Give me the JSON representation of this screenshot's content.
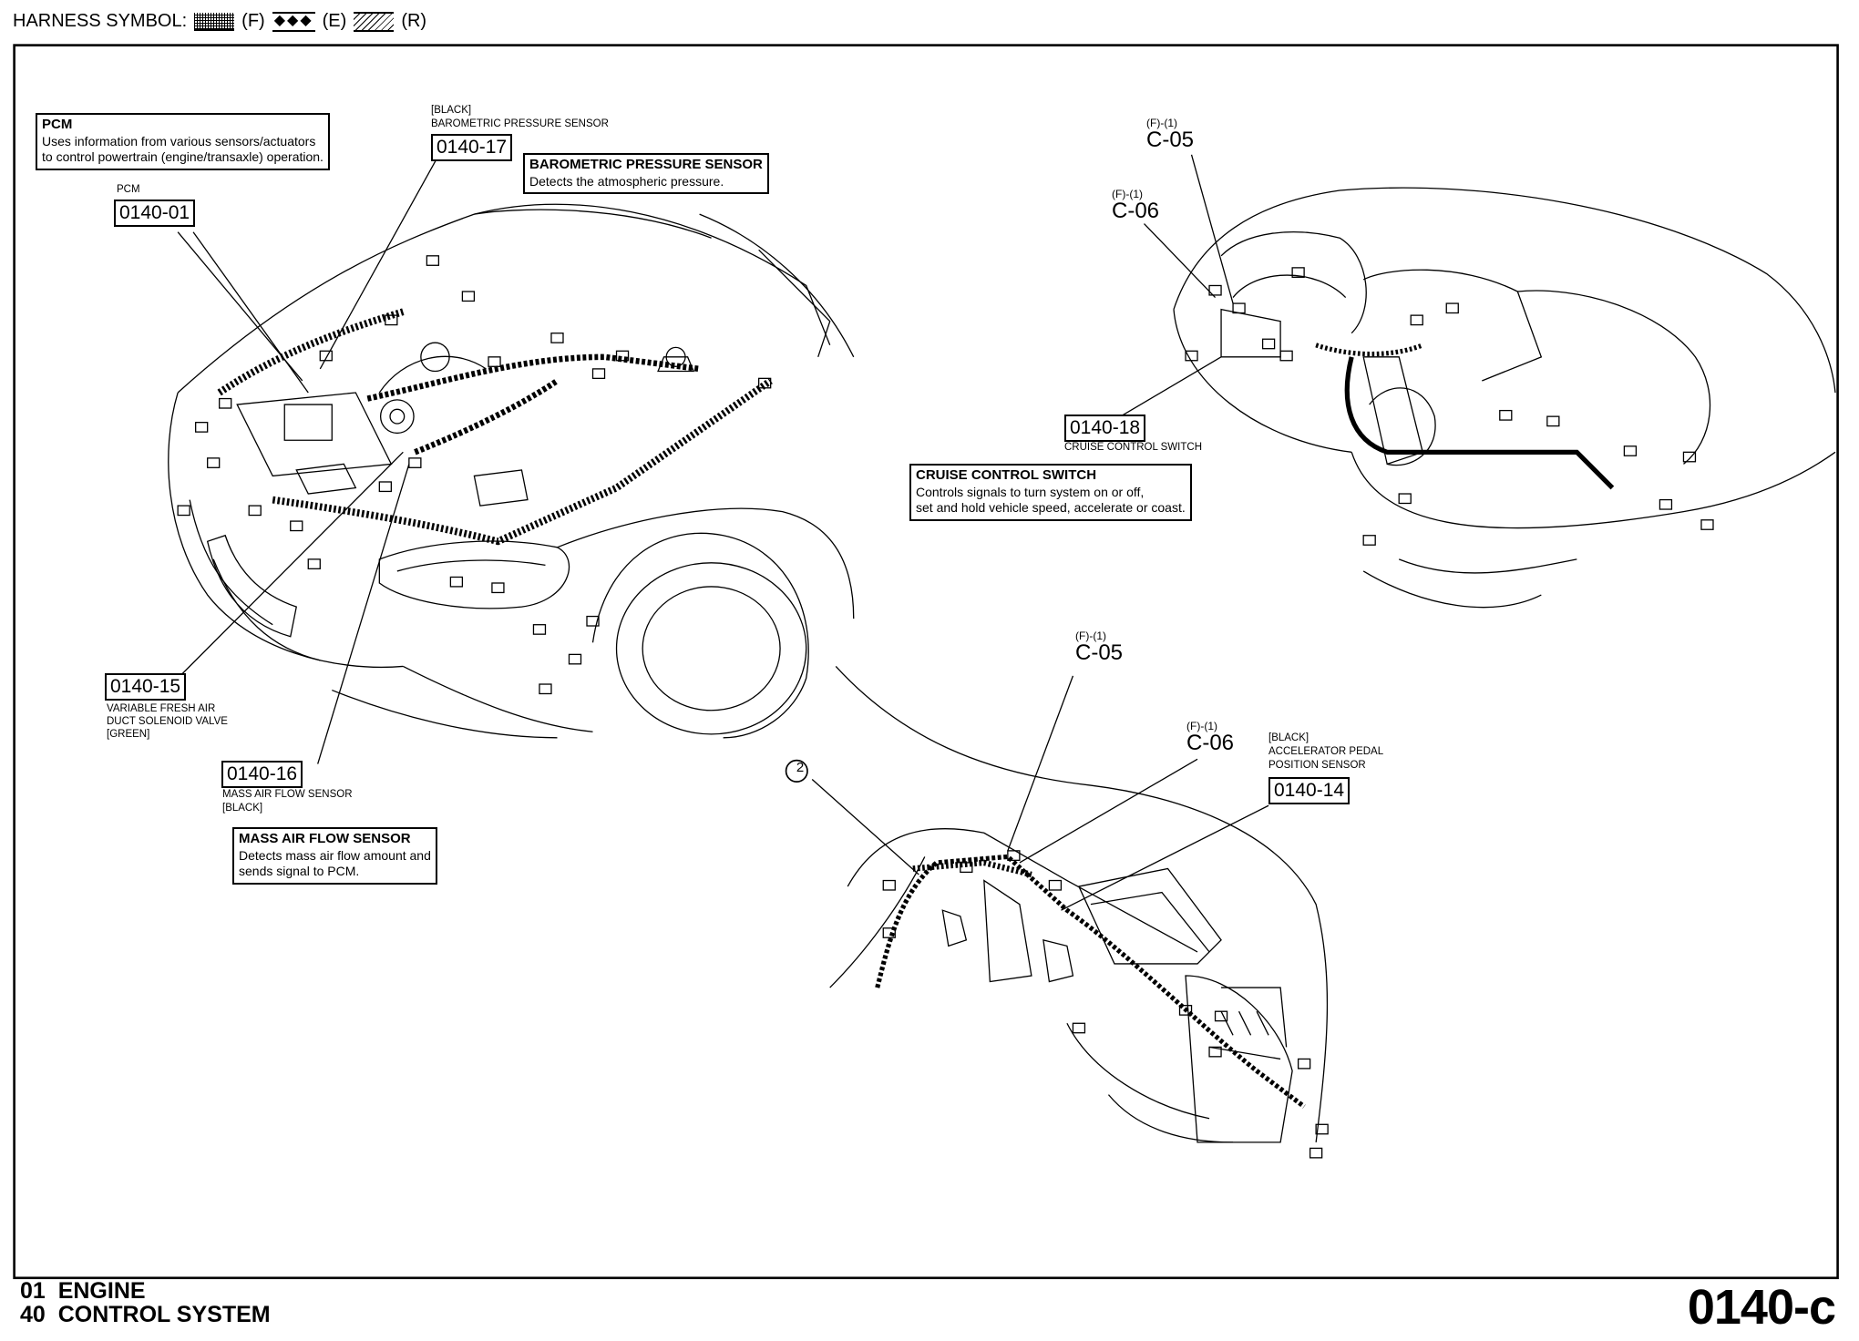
{
  "harness": {
    "label": "HARNESS SYMBOL:",
    "f": "(F)",
    "e": "(E)",
    "r": "(R)"
  },
  "callouts": {
    "pcm_box": {
      "title": "PCM",
      "line1": "Uses information from various sensors/actuators",
      "line2": "to control powertrain (engine/transaxle) operation."
    },
    "pcm": {
      "name": "PCM",
      "code": "0140-01"
    },
    "baro": {
      "color": "[BLACK]",
      "name": "BAROMETRIC PRESSURE SENSOR",
      "code": "0140-17"
    },
    "baro_box": {
      "title": "BAROMETRIC PRESSURE SENSOR",
      "line1": "Detects the atmospheric pressure."
    },
    "vfad": {
      "code": "0140-15",
      "line1": "VARIABLE FRESH AIR",
      "line2": "DUCT SOLENOID VALVE",
      "line3": "[GREEN]"
    },
    "maf": {
      "code": "0140-16",
      "line1": "MASS AIR FLOW SENSOR",
      "line2": "[BLACK]"
    },
    "maf_box": {
      "title": "MASS AIR FLOW SENSOR",
      "line1": "Detects mass air flow amount and",
      "line2": "sends signal to PCM."
    },
    "c05_top": {
      "prefix": "(F)-(1)",
      "code": "C-05"
    },
    "c06_top": {
      "prefix": "(F)-(1)",
      "code": "C-06"
    },
    "ccs": {
      "code": "0140-18",
      "name": "CRUISE CONTROL SWITCH"
    },
    "ccs_box": {
      "title": "CRUISE CONTROL SWITCH",
      "line1": "Controls signals to turn system on or off,",
      "line2": "set and hold vehicle speed, accelerate or coast."
    },
    "c05_bot": {
      "prefix": "(F)-(1)",
      "code": "C-05"
    },
    "c06_bot": {
      "prefix": "(F)-(1)",
      "code": "C-06"
    },
    "app": {
      "color": "[BLACK]",
      "line1": "ACCELERATOR PEDAL",
      "line2": "POSITION SENSOR",
      "code": "0140-14"
    },
    "circle_ref": "2"
  },
  "footer": {
    "line1": "01  ENGINE",
    "line2": "40  CONTROL SYSTEM",
    "page": "0140-c"
  }
}
